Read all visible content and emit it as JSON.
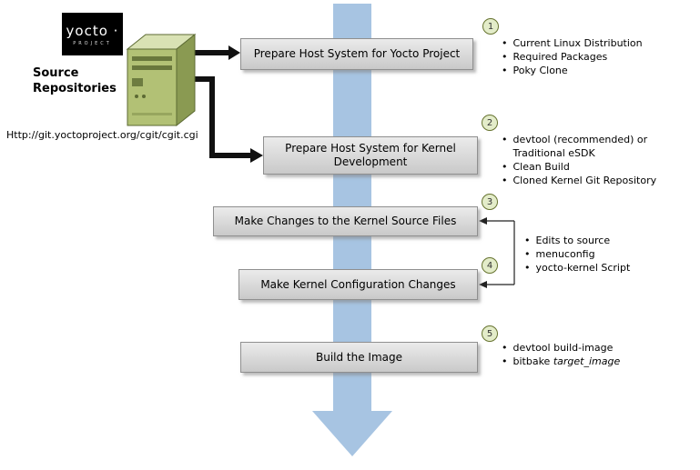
{
  "logo": {
    "title": "yocto ·",
    "subtitle": "PROJECT"
  },
  "source": {
    "label": "Source\nRepositories",
    "url": "Http://git.yoctoproject.org/cgit/cgit.cgi"
  },
  "steps": [
    {
      "num": "1",
      "label": "Prepare Host System for Yocto Project",
      "bullets": [
        "Current Linux Distribution",
        "Required Packages",
        "Poky Clone"
      ]
    },
    {
      "num": "2",
      "label": "Prepare Host System for Kernel Development",
      "bullets": [
        "devtool (recommended) or Traditional eSDK",
        "Clean Build",
        "Cloned Kernel Git Repository"
      ]
    },
    {
      "num": "3",
      "label": "Make Changes to the Kernel Source Files"
    },
    {
      "num": "4",
      "label": "Make Kernel Configuration Changes"
    },
    {
      "num": "5",
      "label": "Build the Image",
      "bullet1": "devtool build-image",
      "bullet2_prefix": "bitbake ",
      "bullet2_italic": "target_image"
    }
  ],
  "shared_bullets_steps34": [
    "Edits to source",
    "menuconfig",
    "yocto-kernel Script"
  ],
  "colors": {
    "flow_arrow_blue": "#a7c4e2",
    "box_fill_top": "#ebebeb",
    "box_fill_bottom": "#c9c9c9",
    "box_border": "#8f8f8f",
    "circle_fill": "#e3ecc9",
    "circle_border": "#66732f",
    "server_green": "#b2c175",
    "logo_bg": "#000000",
    "connector_black": "#111111"
  }
}
